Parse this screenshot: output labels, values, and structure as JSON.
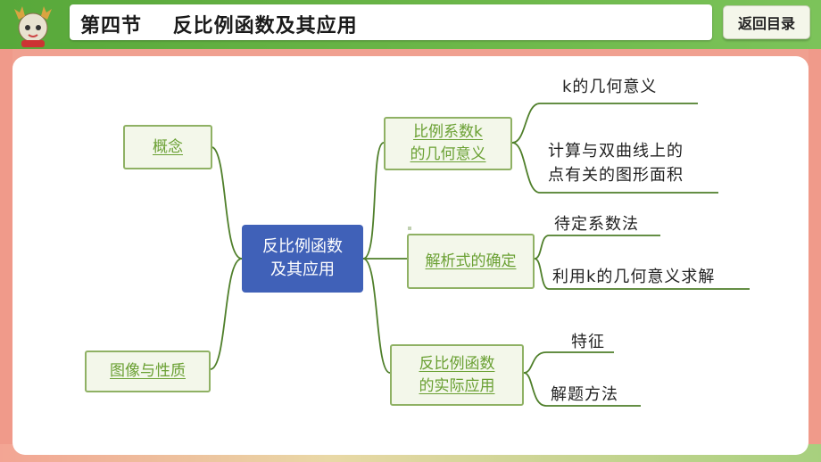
{
  "header": {
    "title": "第四节    反比例函数及其应用",
    "back_button": "返回目录"
  },
  "diagram": {
    "center": "反比例函数\n及其应用",
    "left_nodes": [
      "概念",
      "图像与性质"
    ],
    "right_nodes": [
      {
        "label": "比例系数k\n的几何意义",
        "leaves": [
          "k的几何意义",
          "计算与双曲线上的\n点有关的图形面积"
        ]
      },
      {
        "label": "解析式的确定",
        "leaves": [
          "待定系数法",
          "利用k的几何意义求解"
        ]
      },
      {
        "label": "反比例函数\n的实际应用",
        "leaves": [
          "特征",
          "解题方法"
        ]
      }
    ]
  },
  "colors": {
    "accent_green": "#6aa033",
    "center_blue": "#4061b8",
    "line_green": "#4f7f2a"
  }
}
